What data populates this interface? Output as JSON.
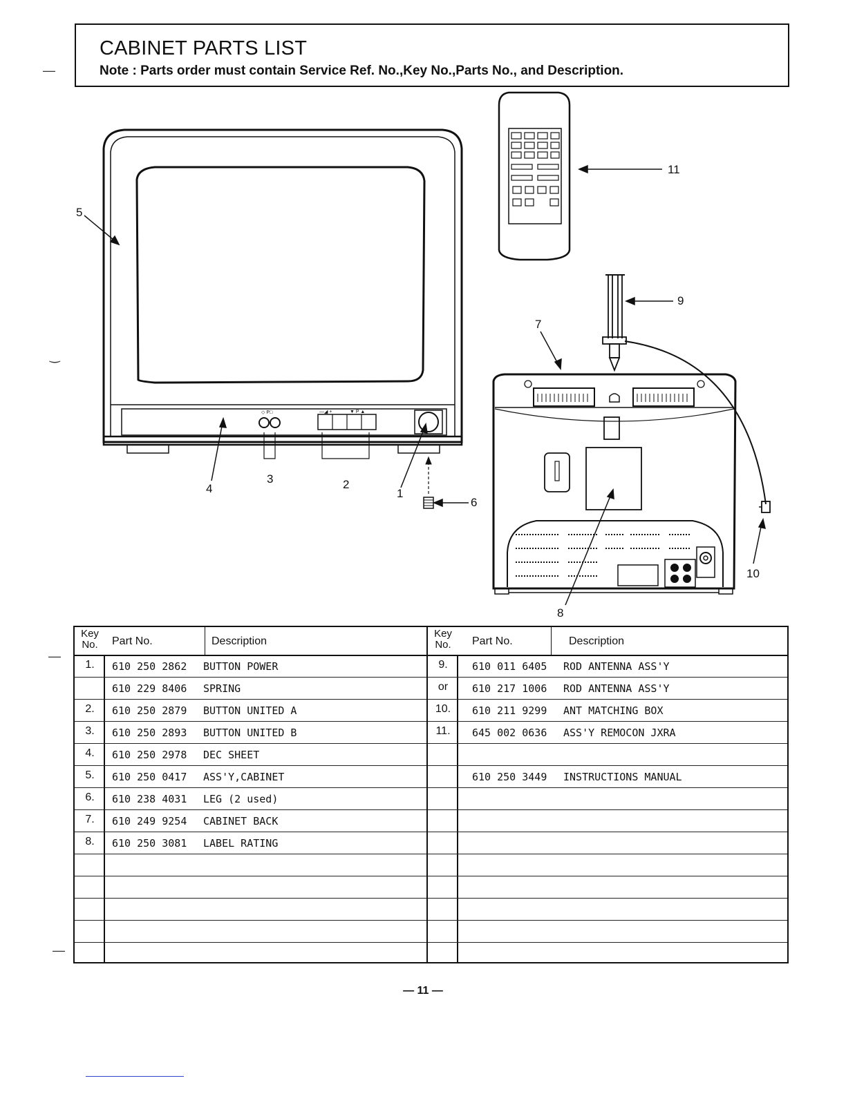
{
  "header": {
    "title": "CABINET PARTS LIST",
    "note": "Note : Parts order must contain Service Ref. No.,Key No.,Parts No., and Description."
  },
  "diagram": {
    "callouts": [
      "1",
      "2",
      "3",
      "4",
      "5",
      "6",
      "7",
      "8",
      "9",
      "10",
      "11"
    ],
    "front_panel_labels": [
      "—◢ +",
      "▼ P ▲",
      "◇ P□"
    ]
  },
  "table": {
    "headers": {
      "key_line1": "Key",
      "key_line2": "No.",
      "part": "Part  No.",
      "description": "Description"
    },
    "left_rows": [
      {
        "key": "1.",
        "part": "610 250 2862",
        "desc": "BUTTON POWER"
      },
      {
        "key": "",
        "part": "610 229 8406",
        "desc": "SPRING"
      },
      {
        "key": "2.",
        "part": "610 250 2879",
        "desc": "BUTTON UNITED A"
      },
      {
        "key": "3.",
        "part": "610 250 2893",
        "desc": "BUTTON UNITED B"
      },
      {
        "key": "4.",
        "part": "610 250 2978",
        "desc": "DEC SHEET"
      },
      {
        "key": "5.",
        "part": "610 250 0417",
        "desc": "ASS'Y,CABINET"
      },
      {
        "key": "6.",
        "part": "610 238 4031",
        "desc": "LEG (2 used)"
      },
      {
        "key": "7.",
        "part": "610 249 9254",
        "desc": "CABINET BACK"
      },
      {
        "key": "8.",
        "part": "610 250 3081",
        "desc": "LABEL RATING"
      },
      {
        "key": "",
        "part": "",
        "desc": ""
      },
      {
        "key": "",
        "part": "",
        "desc": ""
      },
      {
        "key": "",
        "part": "",
        "desc": ""
      },
      {
        "key": "",
        "part": "",
        "desc": ""
      },
      {
        "key": "",
        "part": "",
        "desc": ""
      }
    ],
    "right_rows": [
      {
        "key": "9.",
        "part": "610 011 6405",
        "desc": "ROD ANTENNA ASS'Y"
      },
      {
        "key": "or",
        "part": "610 217 1006",
        "desc": "ROD ANTENNA ASS'Y"
      },
      {
        "key": "10.",
        "part": "610 211 9299",
        "desc": "ANT MATCHING BOX"
      },
      {
        "key": "11.",
        "part": "645 002 0636",
        "desc": "ASS'Y REMOCON JXRA"
      },
      {
        "key": "",
        "part": "",
        "desc": ""
      },
      {
        "key": "",
        "part": "610 250 3449",
        "desc": "INSTRUCTIONS MANUAL"
      },
      {
        "key": "",
        "part": "",
        "desc": ""
      },
      {
        "key": "",
        "part": "",
        "desc": ""
      },
      {
        "key": "",
        "part": "",
        "desc": ""
      },
      {
        "key": "",
        "part": "",
        "desc": ""
      },
      {
        "key": "",
        "part": "",
        "desc": ""
      },
      {
        "key": "",
        "part": "",
        "desc": ""
      },
      {
        "key": "",
        "part": "",
        "desc": ""
      },
      {
        "key": "",
        "part": "",
        "desc": ""
      }
    ]
  },
  "footer": {
    "page_number": "— 11 —"
  }
}
